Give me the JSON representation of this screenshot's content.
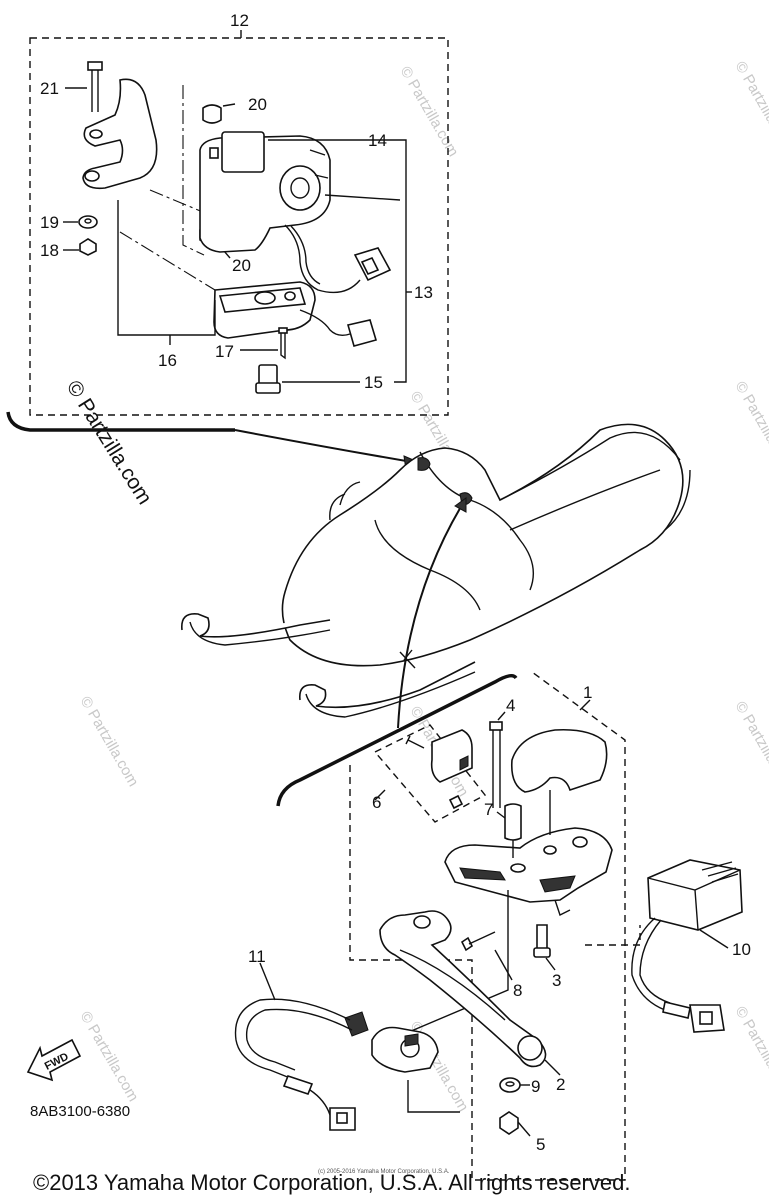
{
  "diagram": {
    "code": "8AB3100-6380",
    "fwd_label": "FWD",
    "watermark": "© Partzilla.com",
    "copyright": "©2013 Yamaha Motor Corporation, U.S.A. All rights reserved.",
    "fine_print": "(c) 2005-2016 Yamaha Motor Corporation, U.S.A.",
    "callouts": {
      "c1": "1",
      "c2": "2",
      "c3": "3",
      "c4": "4",
      "c5": "5",
      "c6": "6",
      "c7": "7",
      "c8": "8",
      "c9": "9",
      "c10": "10",
      "c11": "11",
      "c12": "12",
      "c13": "13",
      "c14": "14",
      "c15": "15",
      "c16": "16",
      "c17": "17",
      "c18": "18",
      "c19": "19",
      "c20a": "20",
      "c20b": "20",
      "c21": "21"
    }
  }
}
